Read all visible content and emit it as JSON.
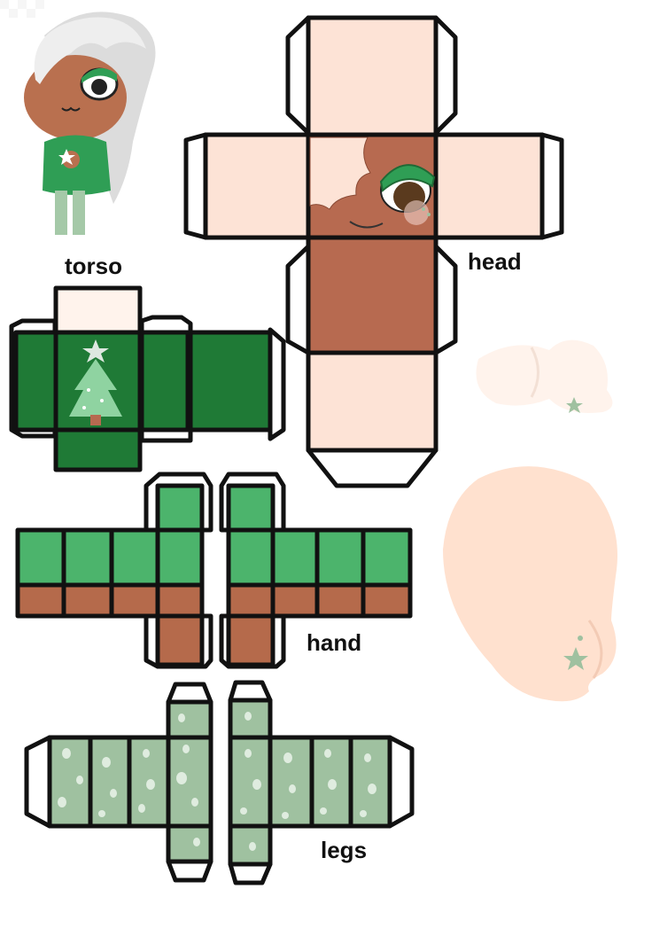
{
  "labels": {
    "torso": "torso",
    "head": "head",
    "hand": "hand",
    "legs": "legs"
  },
  "colors": {
    "skin_light": "#FDE3D6",
    "skin_dark": "#B76A50",
    "torso_green": "#1F7A36",
    "hand_green": "#4CB46C",
    "hand_brown": "#B56A4B",
    "legs_green": "#9FC1A0",
    "hair": "#FFF3EC",
    "hair_peach": "#FFE1CF",
    "outline": "#111111",
    "tab": "#ffffff"
  },
  "icons": [
    "character-thumbnail",
    "tree-icon",
    "star-icon",
    "eye-icon"
  ]
}
